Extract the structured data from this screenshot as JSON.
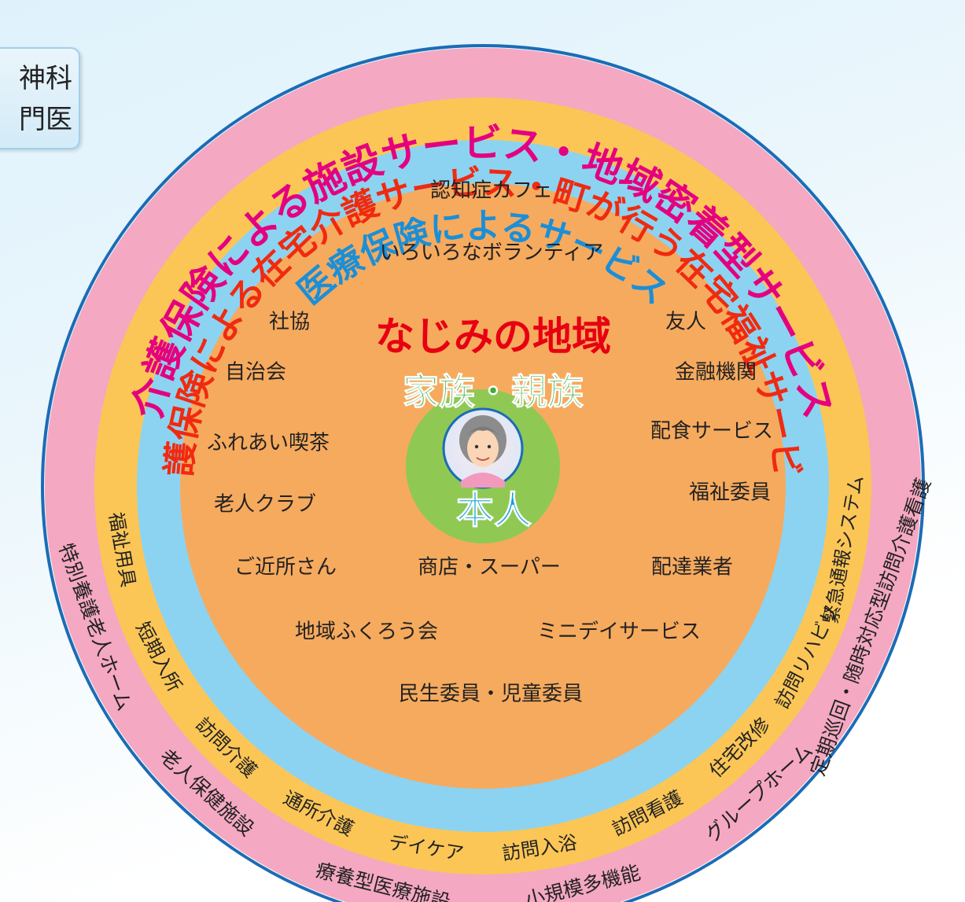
{
  "side_box": {
    "line1": "神科",
    "line2": "門医"
  },
  "rings": {
    "outer_title": "介護保険による施設サービス・地域密着型サービス",
    "middle_title": "介護保険による在宅介護サービス・町が行う在宅福祉サービス",
    "inner_title": "医療保険によるサービス"
  },
  "outer_items": [
    "特別養護老人ホーム",
    "老人保健施設",
    "療養型医療施設",
    "小規模多機能",
    "グループホーム",
    "定期巡回・随時対応型訪問介護看護"
  ],
  "middle_items": [
    "福祉用具",
    "短期入所",
    "訪問介護",
    "通所介護",
    "デイケア",
    "訪問入浴",
    "訪問看護",
    "住宅改修",
    "訪問リハビリ",
    "緊急通報システム"
  ],
  "community": {
    "title": "なじみの地域",
    "items": [
      "認知症カフェ",
      "いろいろなボランティア",
      "社協",
      "友人",
      "自治会",
      "金融機関",
      "配食サービス",
      "ふれあい喫茶",
      "福祉委員",
      "老人クラブ",
      "ご近所さん",
      "商店・スーパー",
      "配達業者",
      "地域ふくろう会",
      "ミニデイサービス",
      "民生委員・児童委員"
    ]
  },
  "family": {
    "title": "家族・親族"
  },
  "self": {
    "title": "本人"
  },
  "colors": {
    "outer_ring": "#f4a8c1",
    "middle_ring": "#fbc656",
    "inner_ring": "#8cd3f2",
    "center": "#f6aa5e",
    "family_ring": "#8fc954",
    "outer_text": "#e4007f",
    "middle_text": "#f02a10",
    "inner_text": "#1a8fd8",
    "community_text": "#e60012",
    "family_text": "#3cae3a",
    "self_text": "#12a3d8"
  }
}
